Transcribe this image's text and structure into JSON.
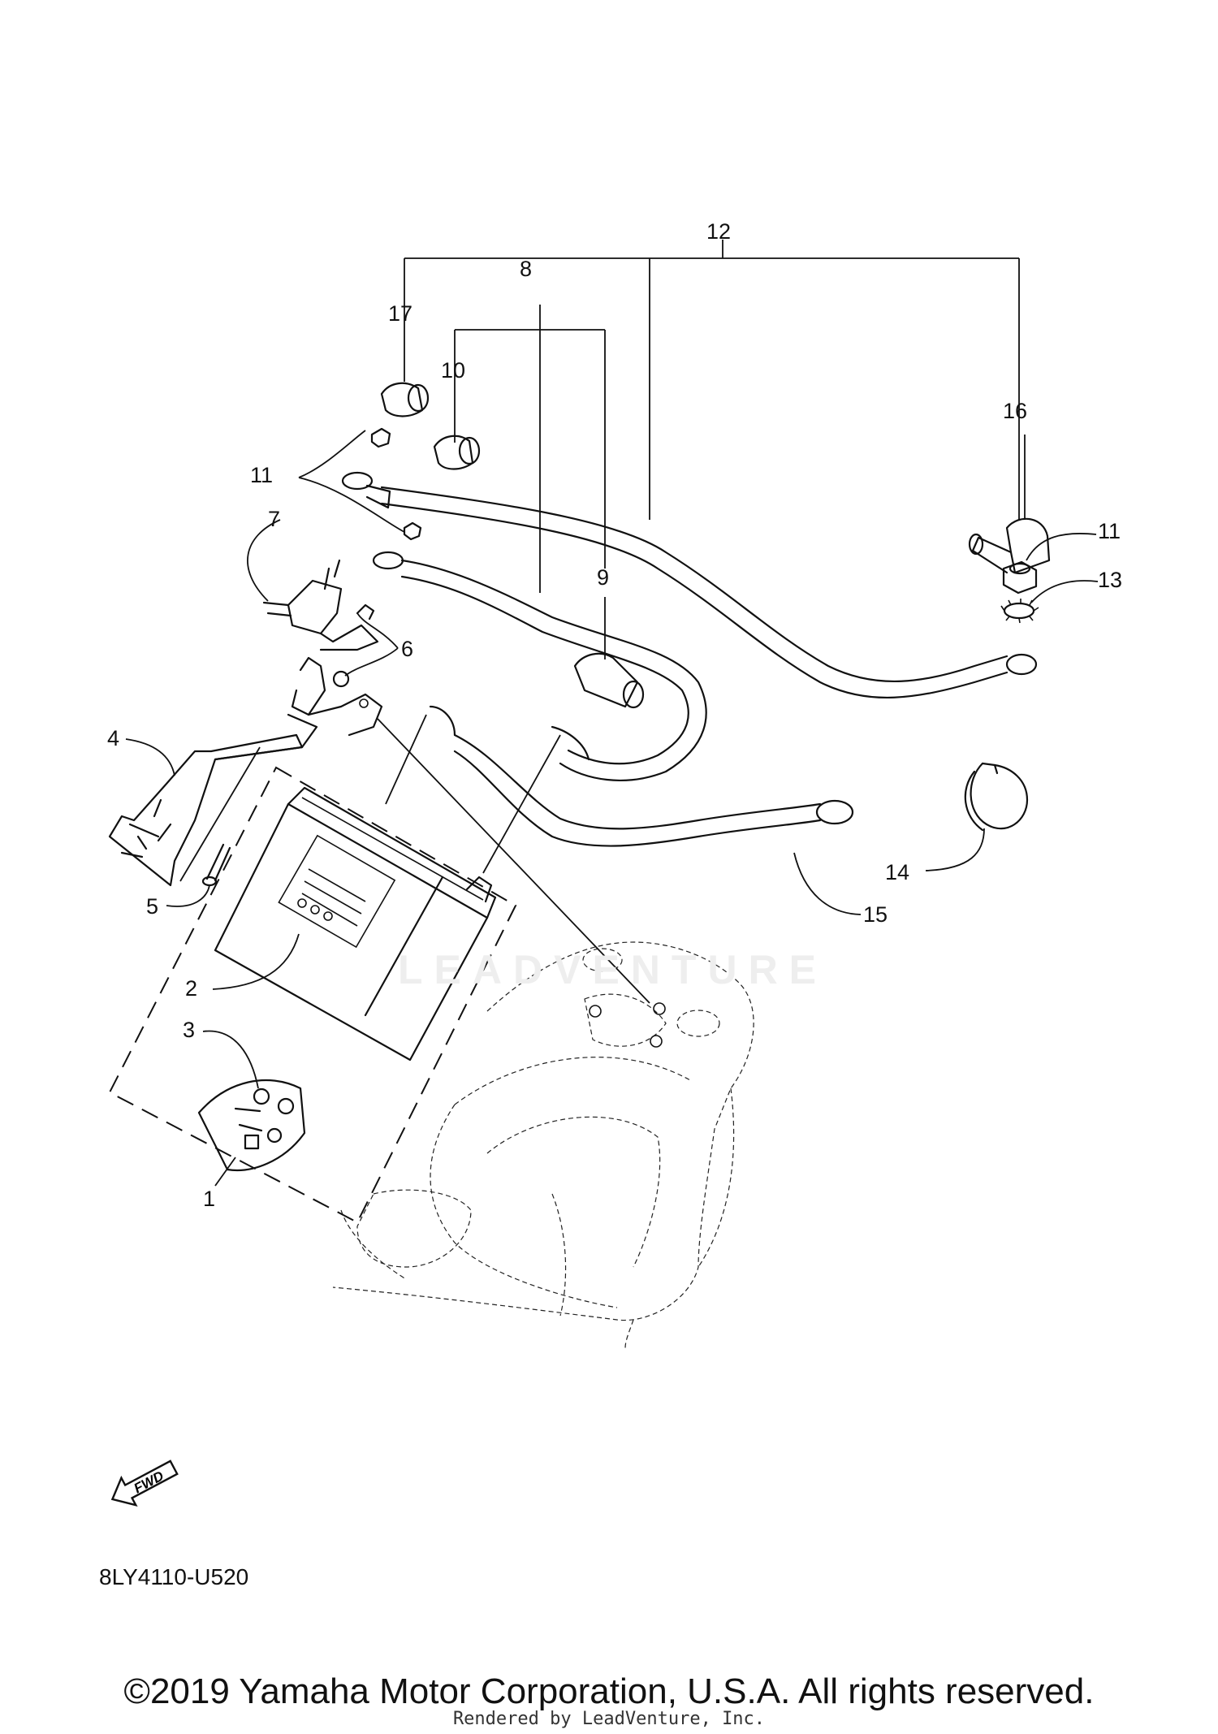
{
  "diagram": {
    "reference_code": "8LY4110-U520",
    "copyright": "©2019 Yamaha Motor Corporation, U.S.A. All rights reserved.",
    "rendered_by": "Rendered by LeadVenture, Inc.",
    "watermark": "LEADVENTURE",
    "fwd_badge": "FWD",
    "callouts": [
      "1",
      "2",
      "3",
      "4",
      "5",
      "6",
      "7",
      "8",
      "9",
      "10",
      "11",
      "11",
      "12",
      "13",
      "14",
      "15",
      "16",
      "17"
    ]
  }
}
